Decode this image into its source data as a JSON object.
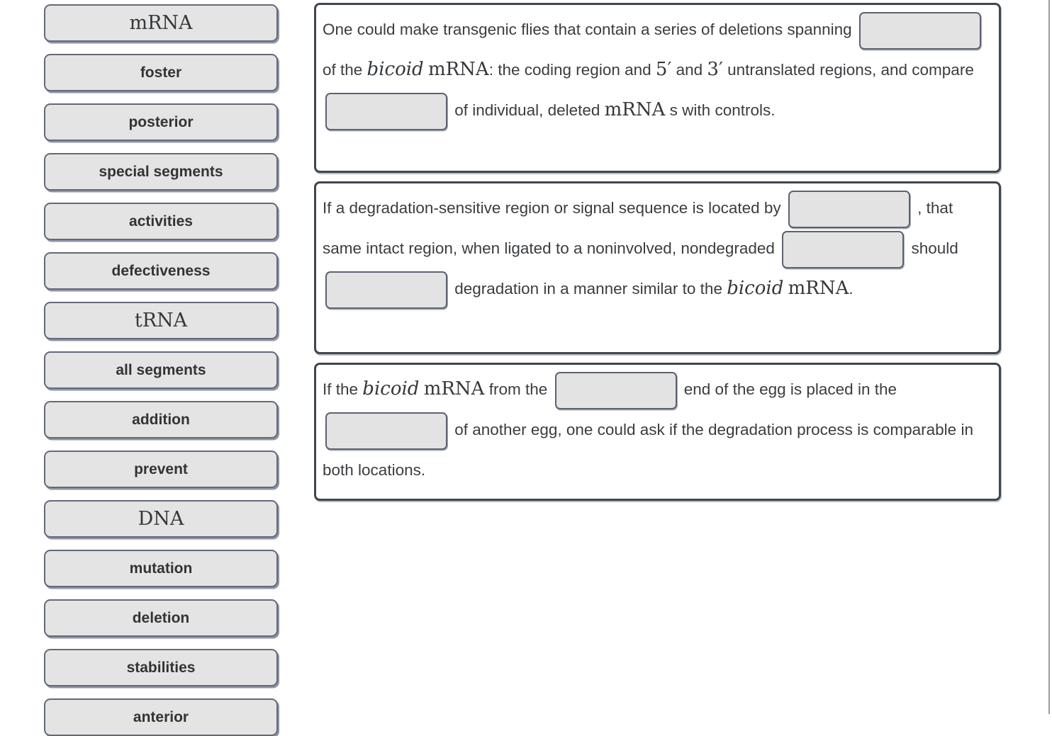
{
  "colors": {
    "tile_bg": "#e4e4e4",
    "tile_border": "#63697a",
    "panel_border": "#3f464e",
    "blank_bg": "#e3e3e3",
    "blank_border": "#5c6270",
    "text": "#3a3d40",
    "edge_line": "#9b9b9b"
  },
  "word_bank": {
    "tiles": [
      {
        "label": "mRNA",
        "math": true
      },
      {
        "label": "foster",
        "math": false
      },
      {
        "label": "posterior",
        "math": false
      },
      {
        "label": "special segments",
        "math": false
      },
      {
        "label": "activities",
        "math": false
      },
      {
        "label": "defectiveness",
        "math": false
      },
      {
        "label": "tRNA",
        "math": true
      },
      {
        "label": "all segments",
        "math": false
      },
      {
        "label": "addition",
        "math": false
      },
      {
        "label": "prevent",
        "math": false
      },
      {
        "label": "DNA",
        "math": true
      },
      {
        "label": "mutation",
        "math": false
      },
      {
        "label": "deletion",
        "math": false
      },
      {
        "label": "stabilities",
        "math": false
      },
      {
        "label": "anterior",
        "math": false
      }
    ]
  },
  "panels": [
    {
      "tokens": [
        {
          "t": "text",
          "v": "One could make transgenic flies that contain a series of deletions spanning "
        },
        {
          "t": "blank"
        },
        {
          "t": "text",
          "v": " of the "
        },
        {
          "t": "mathit",
          "v": "bicoid"
        },
        {
          "t": "text",
          "v": " "
        },
        {
          "t": "math",
          "v": "mRNA"
        },
        {
          "t": "text",
          "v": ": the coding region and "
        },
        {
          "t": "math",
          "v": "5′"
        },
        {
          "t": "text",
          "v": " and "
        },
        {
          "t": "math",
          "v": "3′"
        },
        {
          "t": "text",
          "v": " untranslated regions, and compare "
        },
        {
          "t": "blank"
        },
        {
          "t": "text",
          "v": " of individual, deleted "
        },
        {
          "t": "math",
          "v": "mRNA"
        },
        {
          "t": "text",
          "v": " s with controls."
        }
      ]
    },
    {
      "tokens": [
        {
          "t": "text",
          "v": "If a degradation-sensitive region or signal sequence is located by "
        },
        {
          "t": "blank"
        },
        {
          "t": "text",
          "v": " , that same intact region, when ligated to a noninvolved, nondegraded "
        },
        {
          "t": "blank"
        },
        {
          "t": "text",
          "v": " should "
        },
        {
          "t": "blank"
        },
        {
          "t": "text",
          "v": " degradation in a manner similar to the "
        },
        {
          "t": "mathit",
          "v": "bicoid"
        },
        {
          "t": "text",
          "v": " "
        },
        {
          "t": "math",
          "v": "mRNA"
        },
        {
          "t": "text",
          "v": "."
        }
      ]
    },
    {
      "tokens": [
        {
          "t": "text",
          "v": "If the "
        },
        {
          "t": "mathit",
          "v": "bicoid"
        },
        {
          "t": "text",
          "v": " "
        },
        {
          "t": "math",
          "v": "mRNA"
        },
        {
          "t": "text",
          "v": " from the "
        },
        {
          "t": "blank"
        },
        {
          "t": "text",
          "v": " end of the egg is placed in the "
        },
        {
          "t": "blank"
        },
        {
          "t": "text",
          "v": " of another egg, one could ask if the degradation process is comparable in both locations."
        }
      ]
    }
  ]
}
